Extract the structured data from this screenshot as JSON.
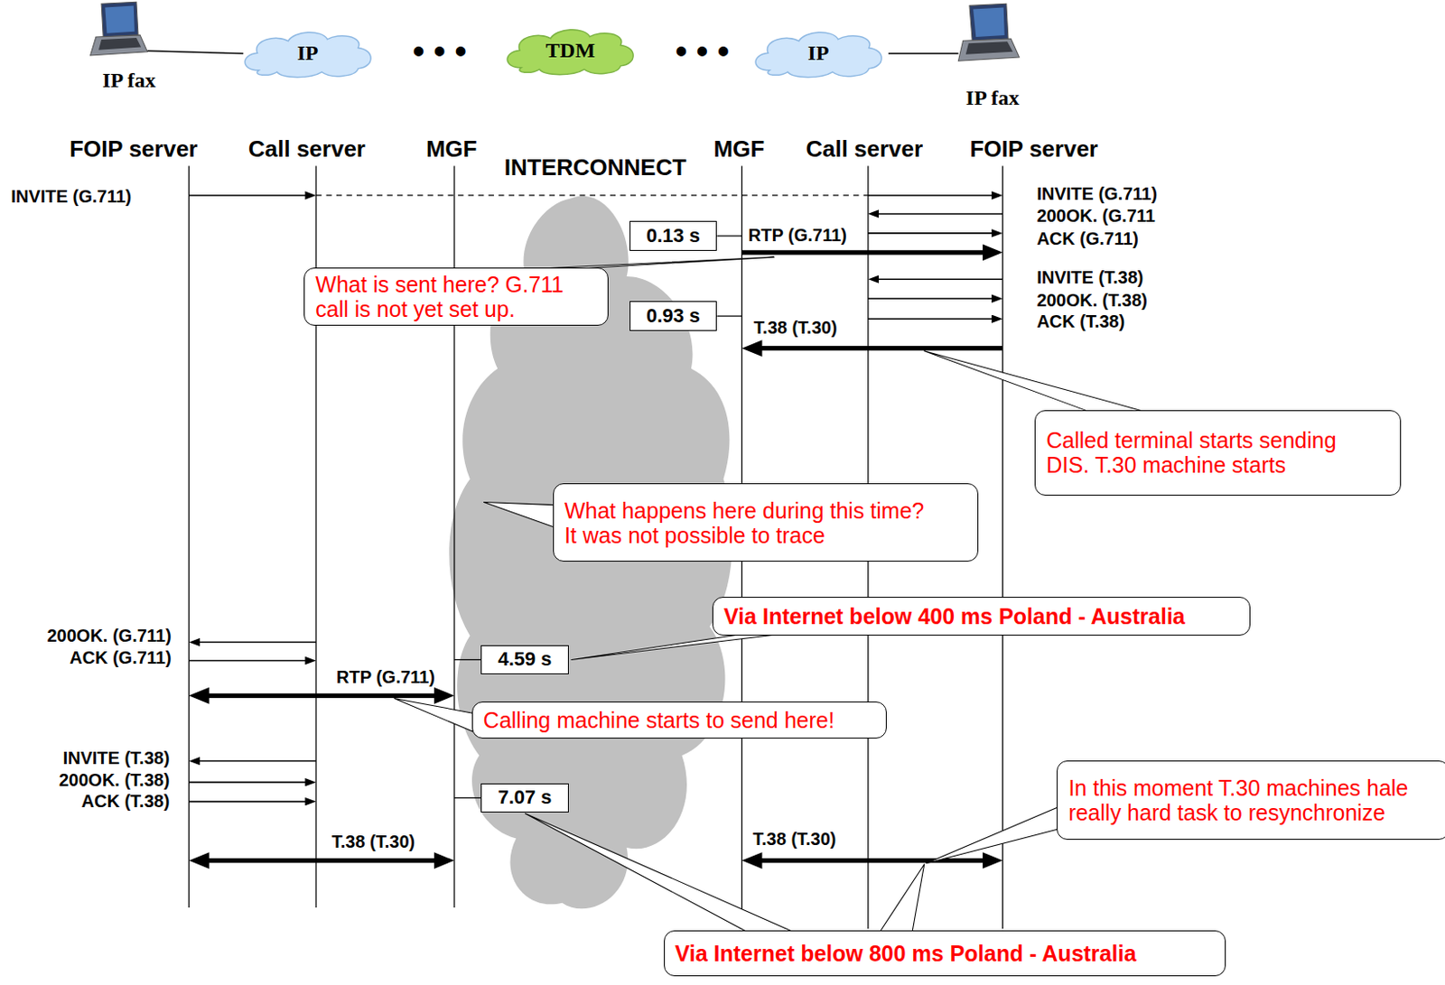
{
  "diagram": {
    "nodes": [
      {
        "text": [
          "IP"
        ]
      },
      {
        "text": [
          "TDM"
        ]
      },
      {
        "text": [
          "IP"
        ]
      },
      {
        "text": [
          "0.13 s"
        ]
      },
      {
        "text": [
          "What is sent here? G.711 call is not yet set up."
        ]
      },
      {
        "text": [
          "0.93 s"
        ]
      },
      {
        "text": [
          "Called terminal starts sending DIS. T.30 machine starts"
        ]
      },
      {
        "text": [
          "What happens here during this time? It was not possible to trace"
        ]
      },
      {
        "text": [
          "Via Internet below 400 ms Poland - Australia"
        ]
      },
      {
        "text": [
          "4.59 s"
        ]
      },
      {
        "text": [
          "Calling machine starts to send here!"
        ]
      },
      {
        "text": [
          "In this moment T.30 machines hale really hard task to resynchronize"
        ]
      },
      {
        "text": [
          "7.07 s"
        ]
      },
      {
        "text": [
          "Via Internet below 800 ms Poland - Australia"
        ]
      }
    ],
    "labels": [
      "IP fax",
      "• • •",
      "• • •",
      "IP fax",
      "FOIP server",
      "Call server",
      "MGF",
      "INTERCONNECT",
      "MGF",
      "Call server",
      "FOIP server",
      "INVITE (G.711)",
      "INVITE (G.711)",
      "200OK. (G.711",
      "ACK (G.711)",
      "RTP (G.711)",
      "INVITE (T.38)",
      "200OK. (T.38)",
      "ACK (T.38)",
      "T.38 (T.30)",
      "200OK. (G.711)",
      "ACK (G.711)",
      "RTP (G.711)",
      "INVITE (T.38)",
      "200OK. (T.38)",
      "ACK (T.38)",
      "T.38 (T.30)",
      "T.38 (T.30)"
    ]
  }
}
